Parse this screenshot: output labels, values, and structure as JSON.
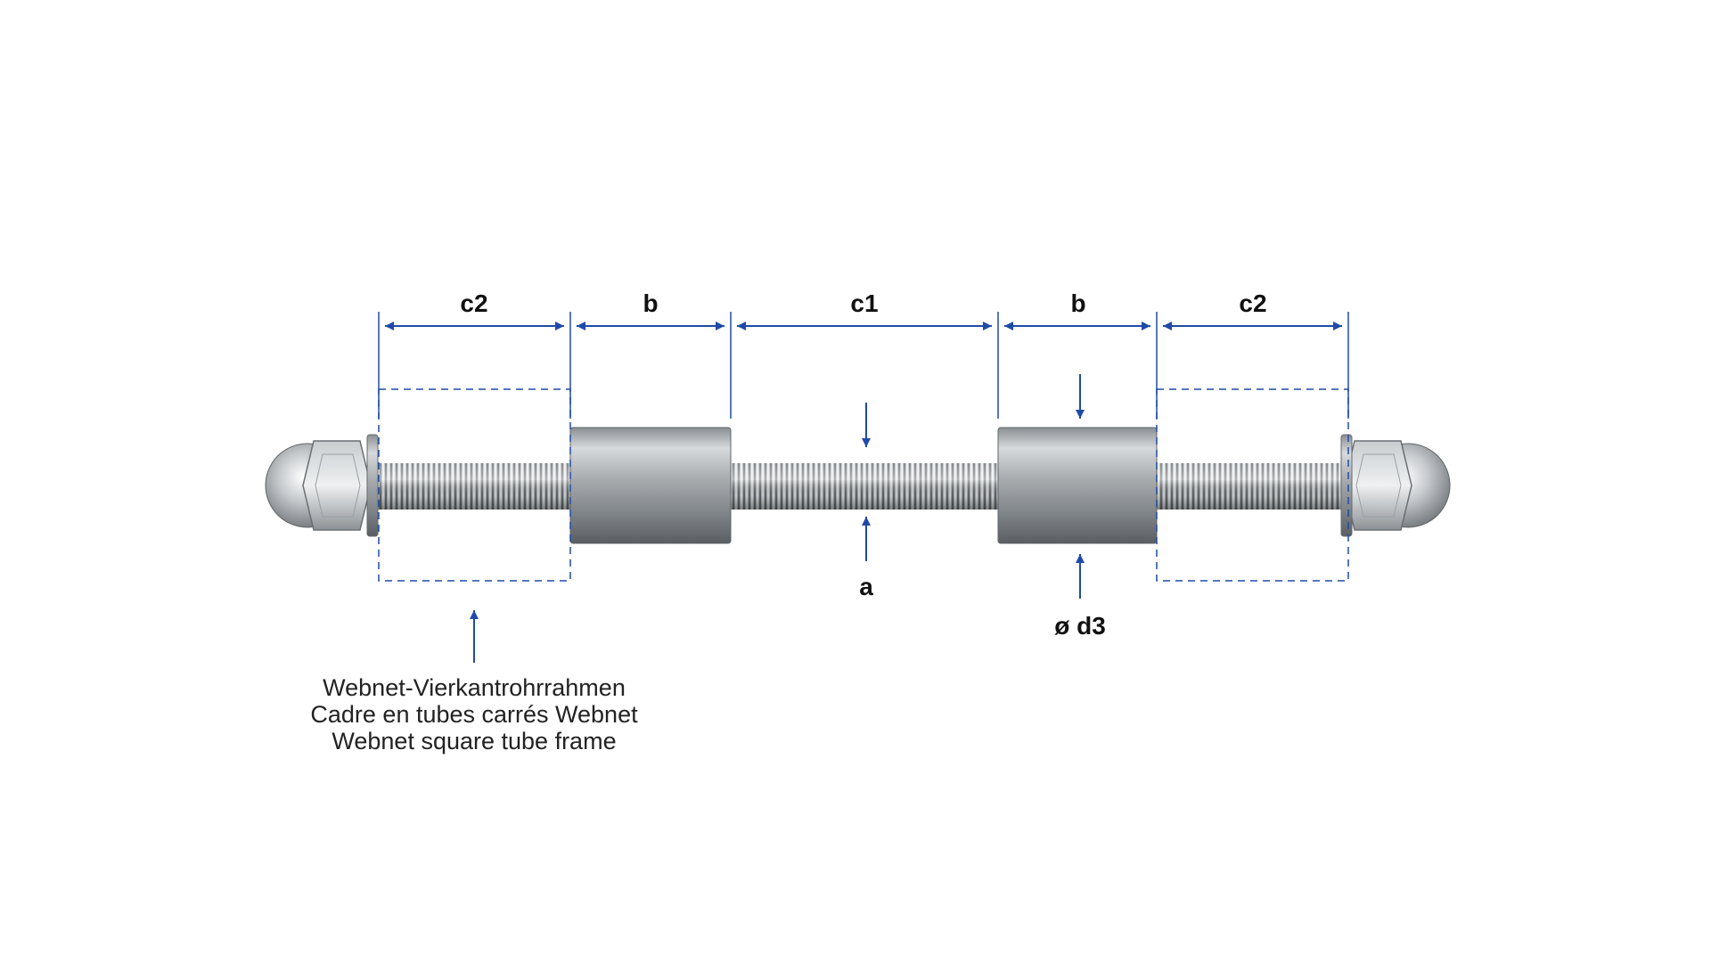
{
  "accent_color": "#1f4aa8",
  "dimensions": {
    "c2_left": "c2",
    "b_left": "b",
    "c1": "c1",
    "b_right": "b",
    "c2_right": "c2",
    "a": "a",
    "d3": "ø d3"
  },
  "caption": {
    "de": "Webnet-Vierkantrohrrahmen",
    "fr": "Cadre en tubes carrés Webnet",
    "en": "Webnet square tube frame"
  }
}
